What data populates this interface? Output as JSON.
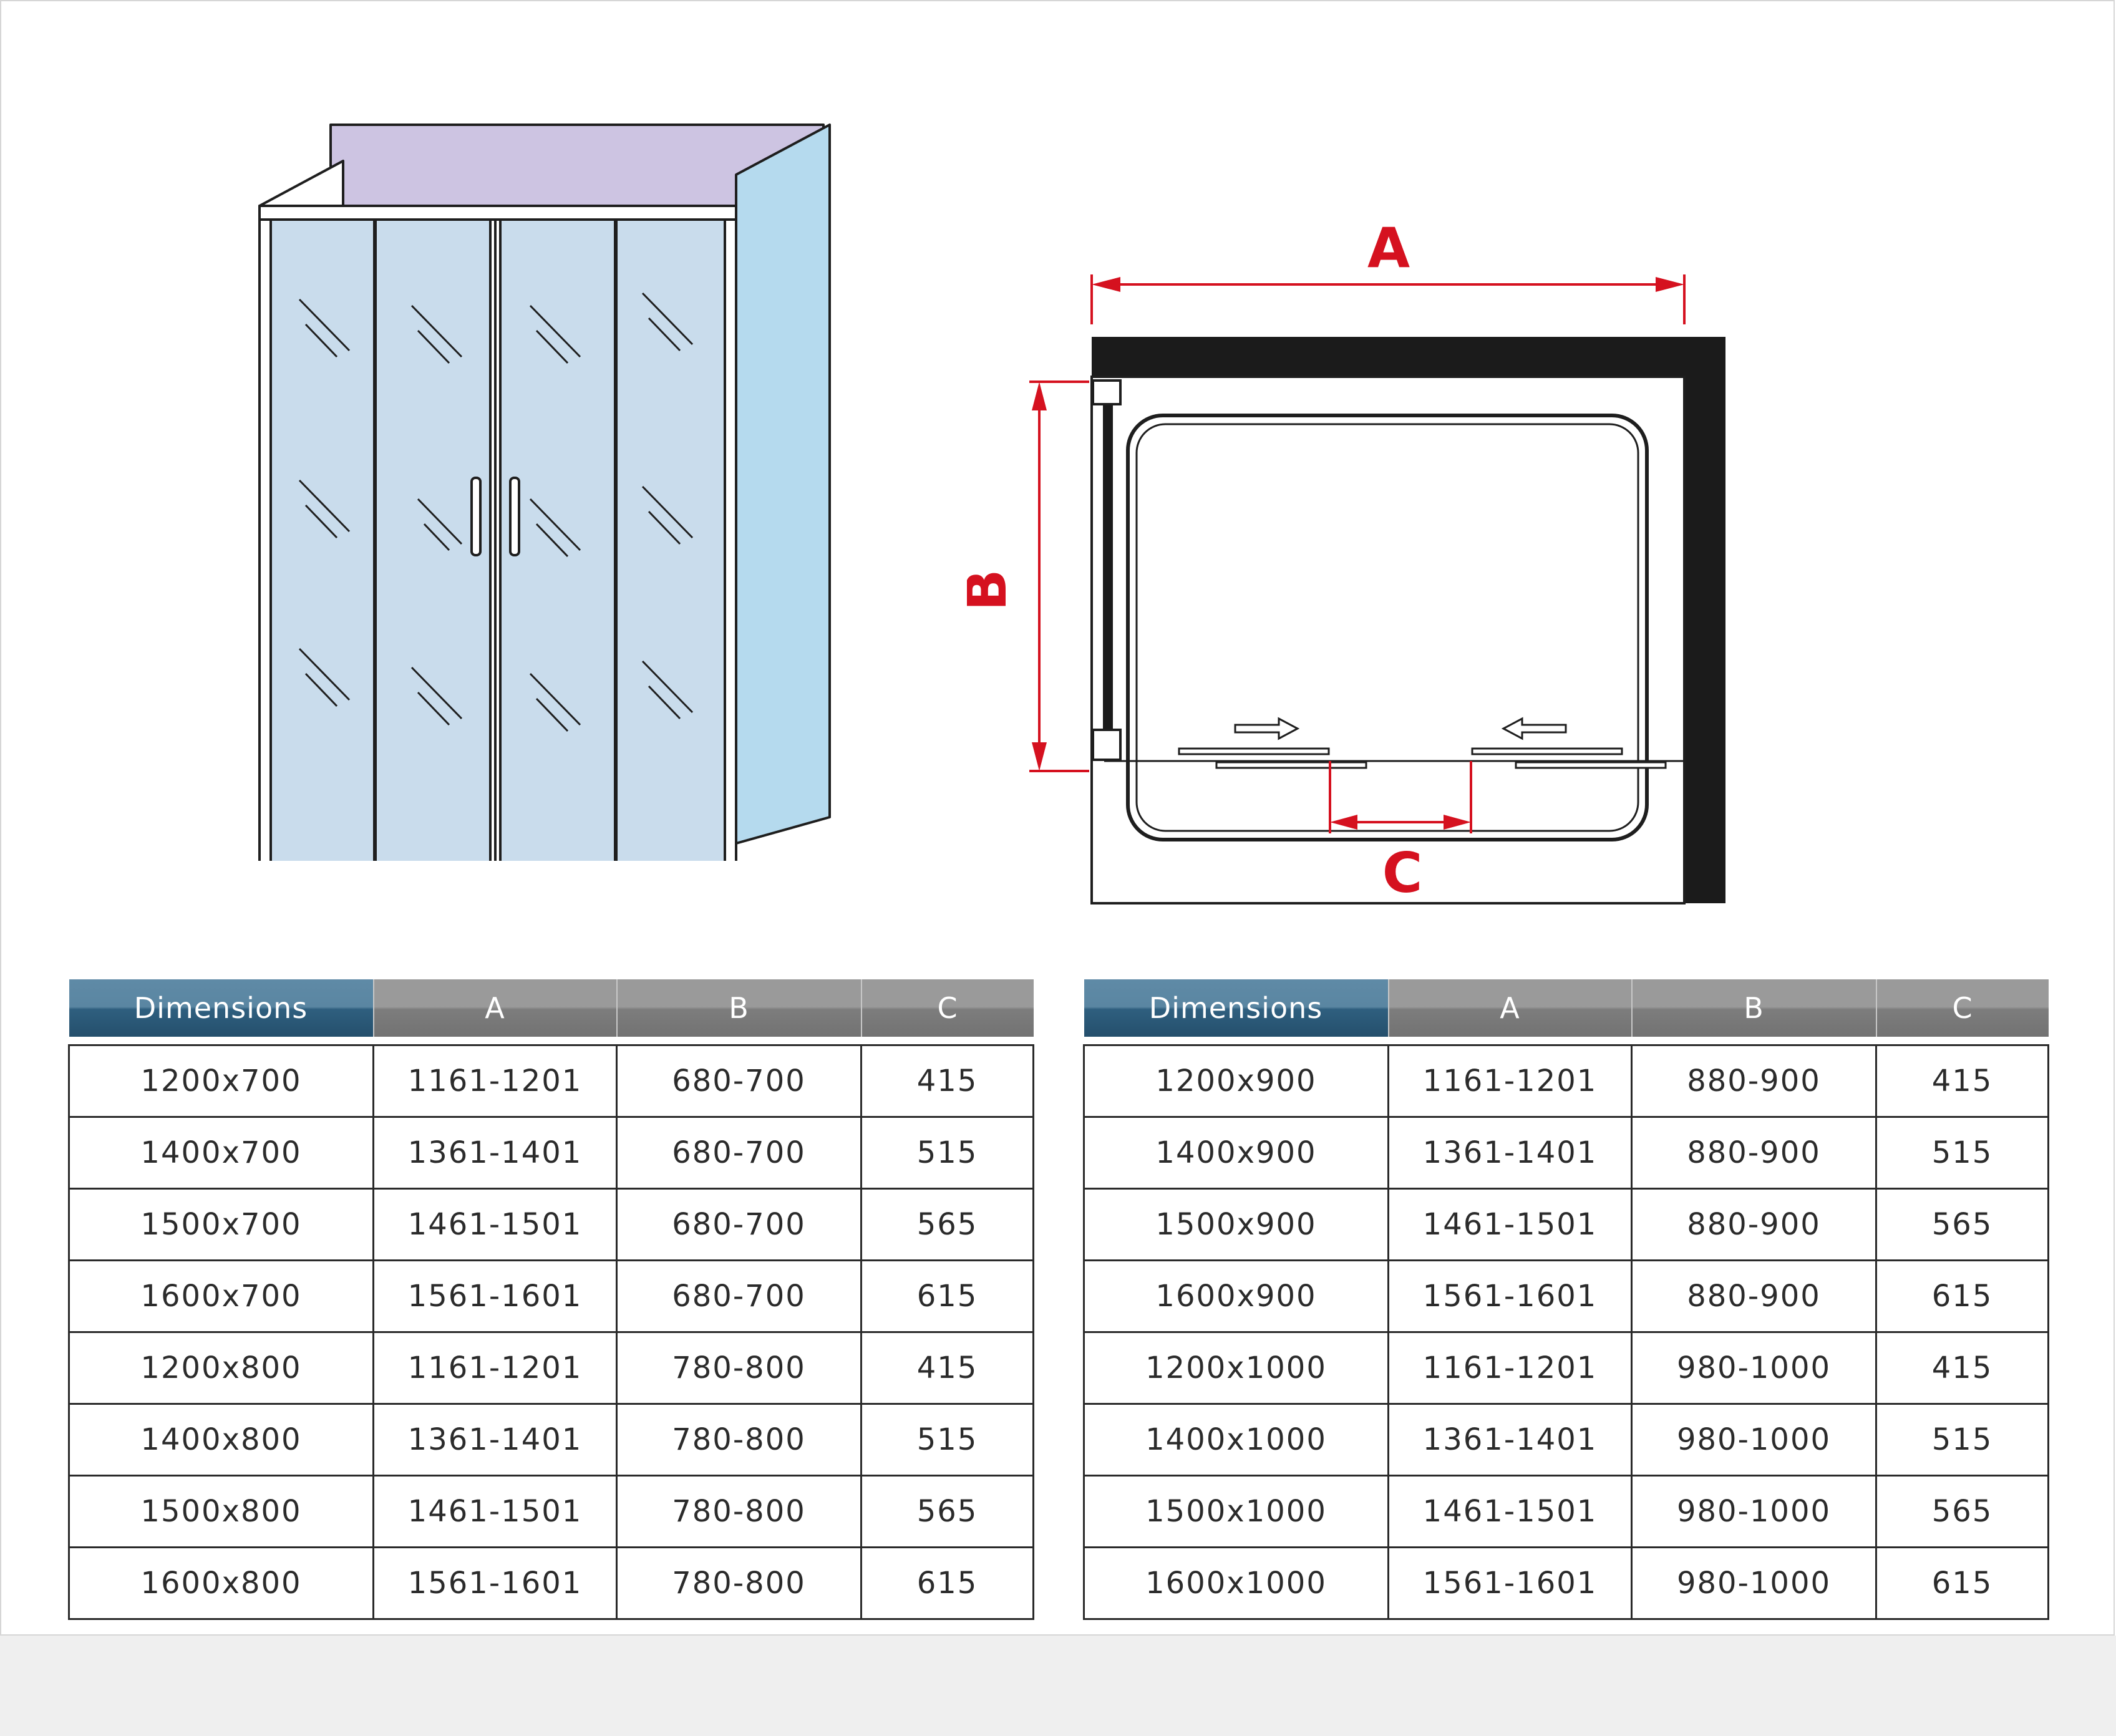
{
  "plan_labels": {
    "a": "A",
    "b": "B",
    "c": "C"
  },
  "colors": {
    "dimension_red": "#d5111f",
    "glass_blue": "#c9dcec",
    "side_panel_blue": "#b5daee",
    "back_wall_lavender": "#cdc4e2",
    "header_blue": "#2f5f7f",
    "header_gray": "#858585"
  },
  "tables": [
    {
      "headers": [
        "Dimensions",
        "A",
        "B",
        "C"
      ],
      "rows": [
        [
          "1200x700",
          "1161-1201",
          "680-700",
          "415"
        ],
        [
          "1400x700",
          "1361-1401",
          "680-700",
          "515"
        ],
        [
          "1500x700",
          "1461-1501",
          "680-700",
          "565"
        ],
        [
          "1600x700",
          "1561-1601",
          "680-700",
          "615"
        ],
        [
          "1200x800",
          "1161-1201",
          "780-800",
          "415"
        ],
        [
          "1400x800",
          "1361-1401",
          "780-800",
          "515"
        ],
        [
          "1500x800",
          "1461-1501",
          "780-800",
          "565"
        ],
        [
          "1600x800",
          "1561-1601",
          "780-800",
          "615"
        ]
      ]
    },
    {
      "headers": [
        "Dimensions",
        "A",
        "B",
        "C"
      ],
      "rows": [
        [
          "1200x900",
          "1161-1201",
          "880-900",
          "415"
        ],
        [
          "1400x900",
          "1361-1401",
          "880-900",
          "515"
        ],
        [
          "1500x900",
          "1461-1501",
          "880-900",
          "565"
        ],
        [
          "1600x900",
          "1561-1601",
          "880-900",
          "615"
        ],
        [
          "1200x1000",
          "1161-1201",
          "980-1000",
          "415"
        ],
        [
          "1400x1000",
          "1361-1401",
          "980-1000",
          "515"
        ],
        [
          "1500x1000",
          "1461-1501",
          "980-1000",
          "565"
        ],
        [
          "1600x1000",
          "1561-1601",
          "980-1000",
          "615"
        ]
      ]
    }
  ]
}
